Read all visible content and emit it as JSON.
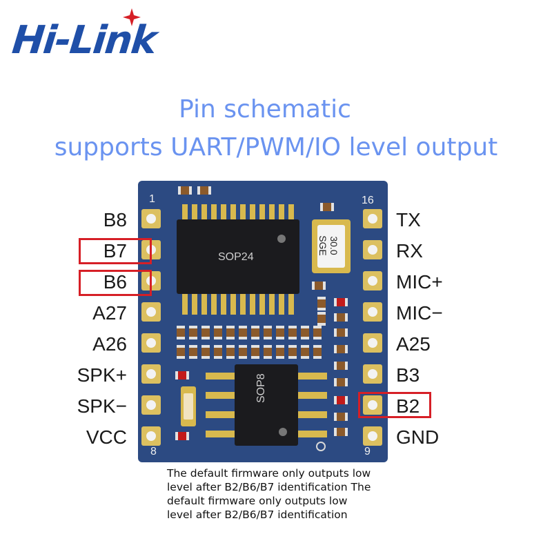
{
  "logo": {
    "text": "Hi-Link",
    "colors": {
      "primary": "#1f4fa8",
      "star": "#d61f26"
    }
  },
  "heading": {
    "line1": "Pin schematic",
    "line2": "supports UART/PWM/IO level output",
    "color": "#6a93f0"
  },
  "board": {
    "left_pins": [
      "B8",
      "B7",
      "B6",
      "A27",
      "A26",
      "SPK+",
      "SPK−",
      "VCC"
    ],
    "right_pins": [
      "TX",
      "RX",
      "MIC+",
      "MIC−",
      "A25",
      "B3",
      "B2",
      "GND"
    ],
    "corner_numbers": {
      "top_left": "1",
      "top_right": "16",
      "bottom_left": "8",
      "bottom_right": "9"
    },
    "chips": {
      "large": "SOP24",
      "small": "SOP8"
    },
    "crystal": {
      "line1": "30.0",
      "line2": "SGE"
    },
    "highlighted_pins": [
      "B7",
      "B6",
      "B2"
    ],
    "colors": {
      "pcb": "#2c4a82",
      "pad": "#dcc060",
      "highlight": "#d61f26"
    }
  },
  "note": "The default firmware only outputs low level after B2/B6/B7 identification The default firmware only outputs low level after B2/B6/B7 identification"
}
